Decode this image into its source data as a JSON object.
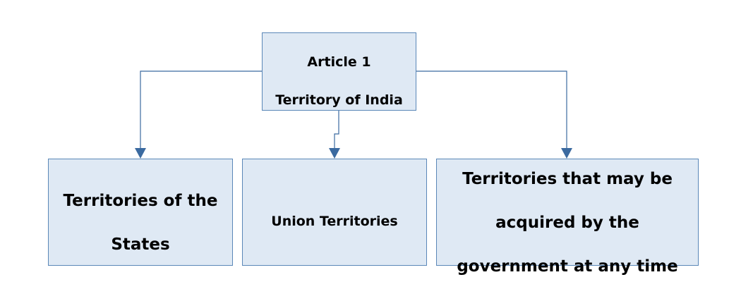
{
  "diagram": {
    "root": {
      "lines": [
        "Article 1",
        "Territory of India"
      ]
    },
    "children": [
      {
        "lines": [
          "Territories of the",
          "States"
        ]
      },
      {
        "lines": [
          "Union Territories"
        ]
      },
      {
        "lines": [
          "Territories that may be",
          "acquired by the",
          "government at any time"
        ]
      }
    ]
  },
  "colors": {
    "box_fill": "#dfe9f4",
    "box_border": "#5a87b8",
    "connector": "#3b6aa0",
    "text": "#000000"
  }
}
